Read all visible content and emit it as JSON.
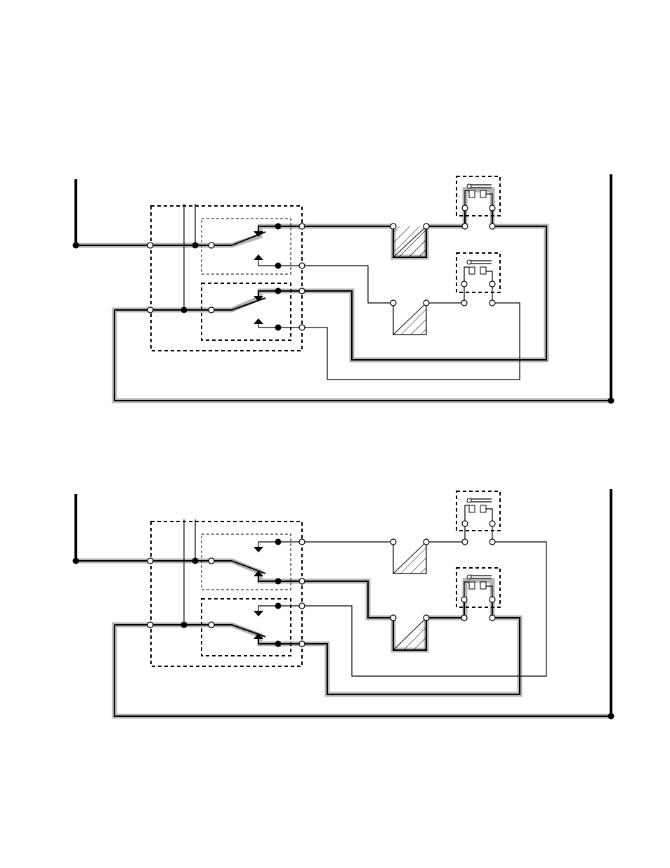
{
  "colors": {
    "background": "#ffffff",
    "line": "#000000",
    "highlight": "#b4b4b4"
  },
  "diagrams": [
    {
      "name": "upper-switch-circuit",
      "state": "switch-up-position"
    },
    {
      "name": "lower-switch-circuit",
      "state": "switch-down-position"
    }
  ]
}
